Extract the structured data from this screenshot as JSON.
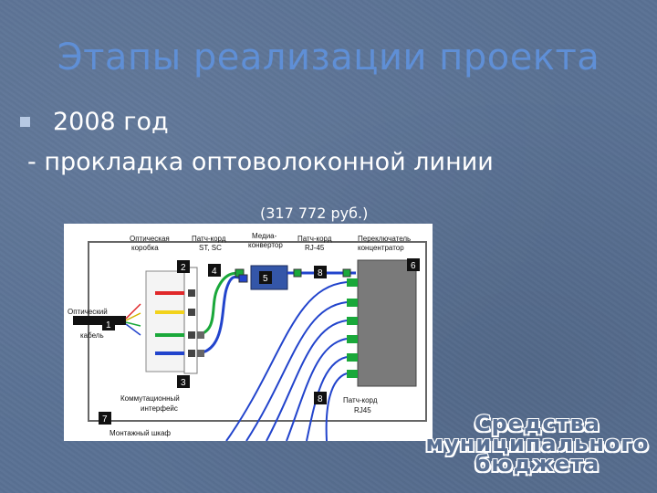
{
  "slide": {
    "title": "Этапы реализации проекта",
    "bullet_year": "2008 год",
    "bullet_text": "- прокладка оптоволоконной линии",
    "cost": "(317 772 руб.)"
  },
  "diagram": {
    "labels": {
      "optical_box_1": "Оптическая",
      "optical_box_2": "коробка",
      "patch_cord_top_1": "Патч-корд",
      "patch_cord_top_2": "ST, SC",
      "media_converter_1": "Медиа-",
      "media_converter_2": "конвертор",
      "patch_cord_rj45_1": "Патч-корд",
      "patch_cord_rj45_2": "RJ-45",
      "switch_1": "Переключатель",
      "switch_2": "концентратор",
      "optical_cable_1": "Оптический",
      "optical_cable_2": "кабель",
      "patch_panel_1": "Коммутационный",
      "patch_panel_2": "интерфейс",
      "patch_cord_bottom_1": "Патч-корд",
      "patch_cord_bottom_2": "RJ45",
      "mounting_cabinet": "Монтажный шкаф"
    },
    "numbers": [
      "1",
      "2",
      "3",
      "4",
      "5",
      "6",
      "7",
      "8",
      "8"
    ],
    "colors": {
      "red": "#e0282a",
      "yellow": "#f2d21c",
      "green": "#1aa83a",
      "blue": "#2244cc",
      "box": "#000000"
    }
  },
  "badge": {
    "line1": "Средства",
    "line2": "муниципального",
    "line3": "бюджета"
  }
}
